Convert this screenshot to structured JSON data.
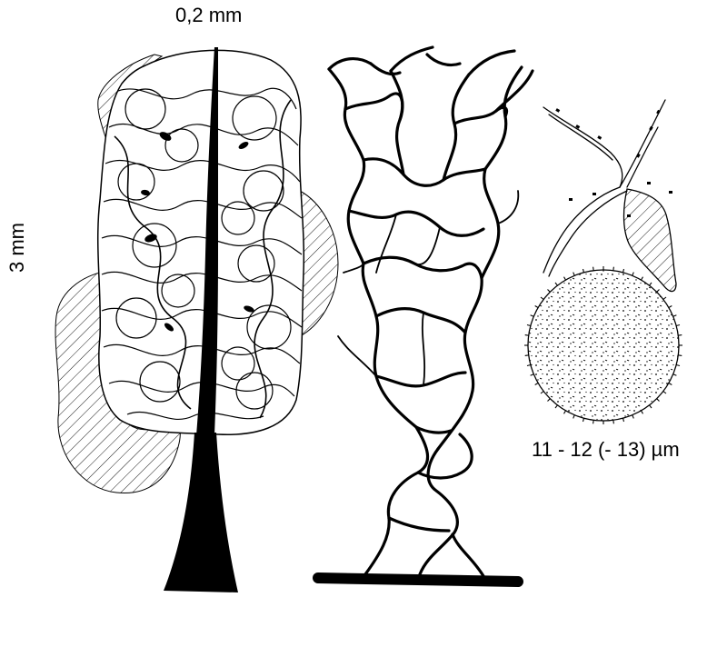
{
  "labels": {
    "width": "0,2 mm",
    "height": "3 mm",
    "spore_size": "11 - 12 (- 13) µm"
  },
  "colors": {
    "ink": "#000000",
    "paper": "#ffffff"
  }
}
